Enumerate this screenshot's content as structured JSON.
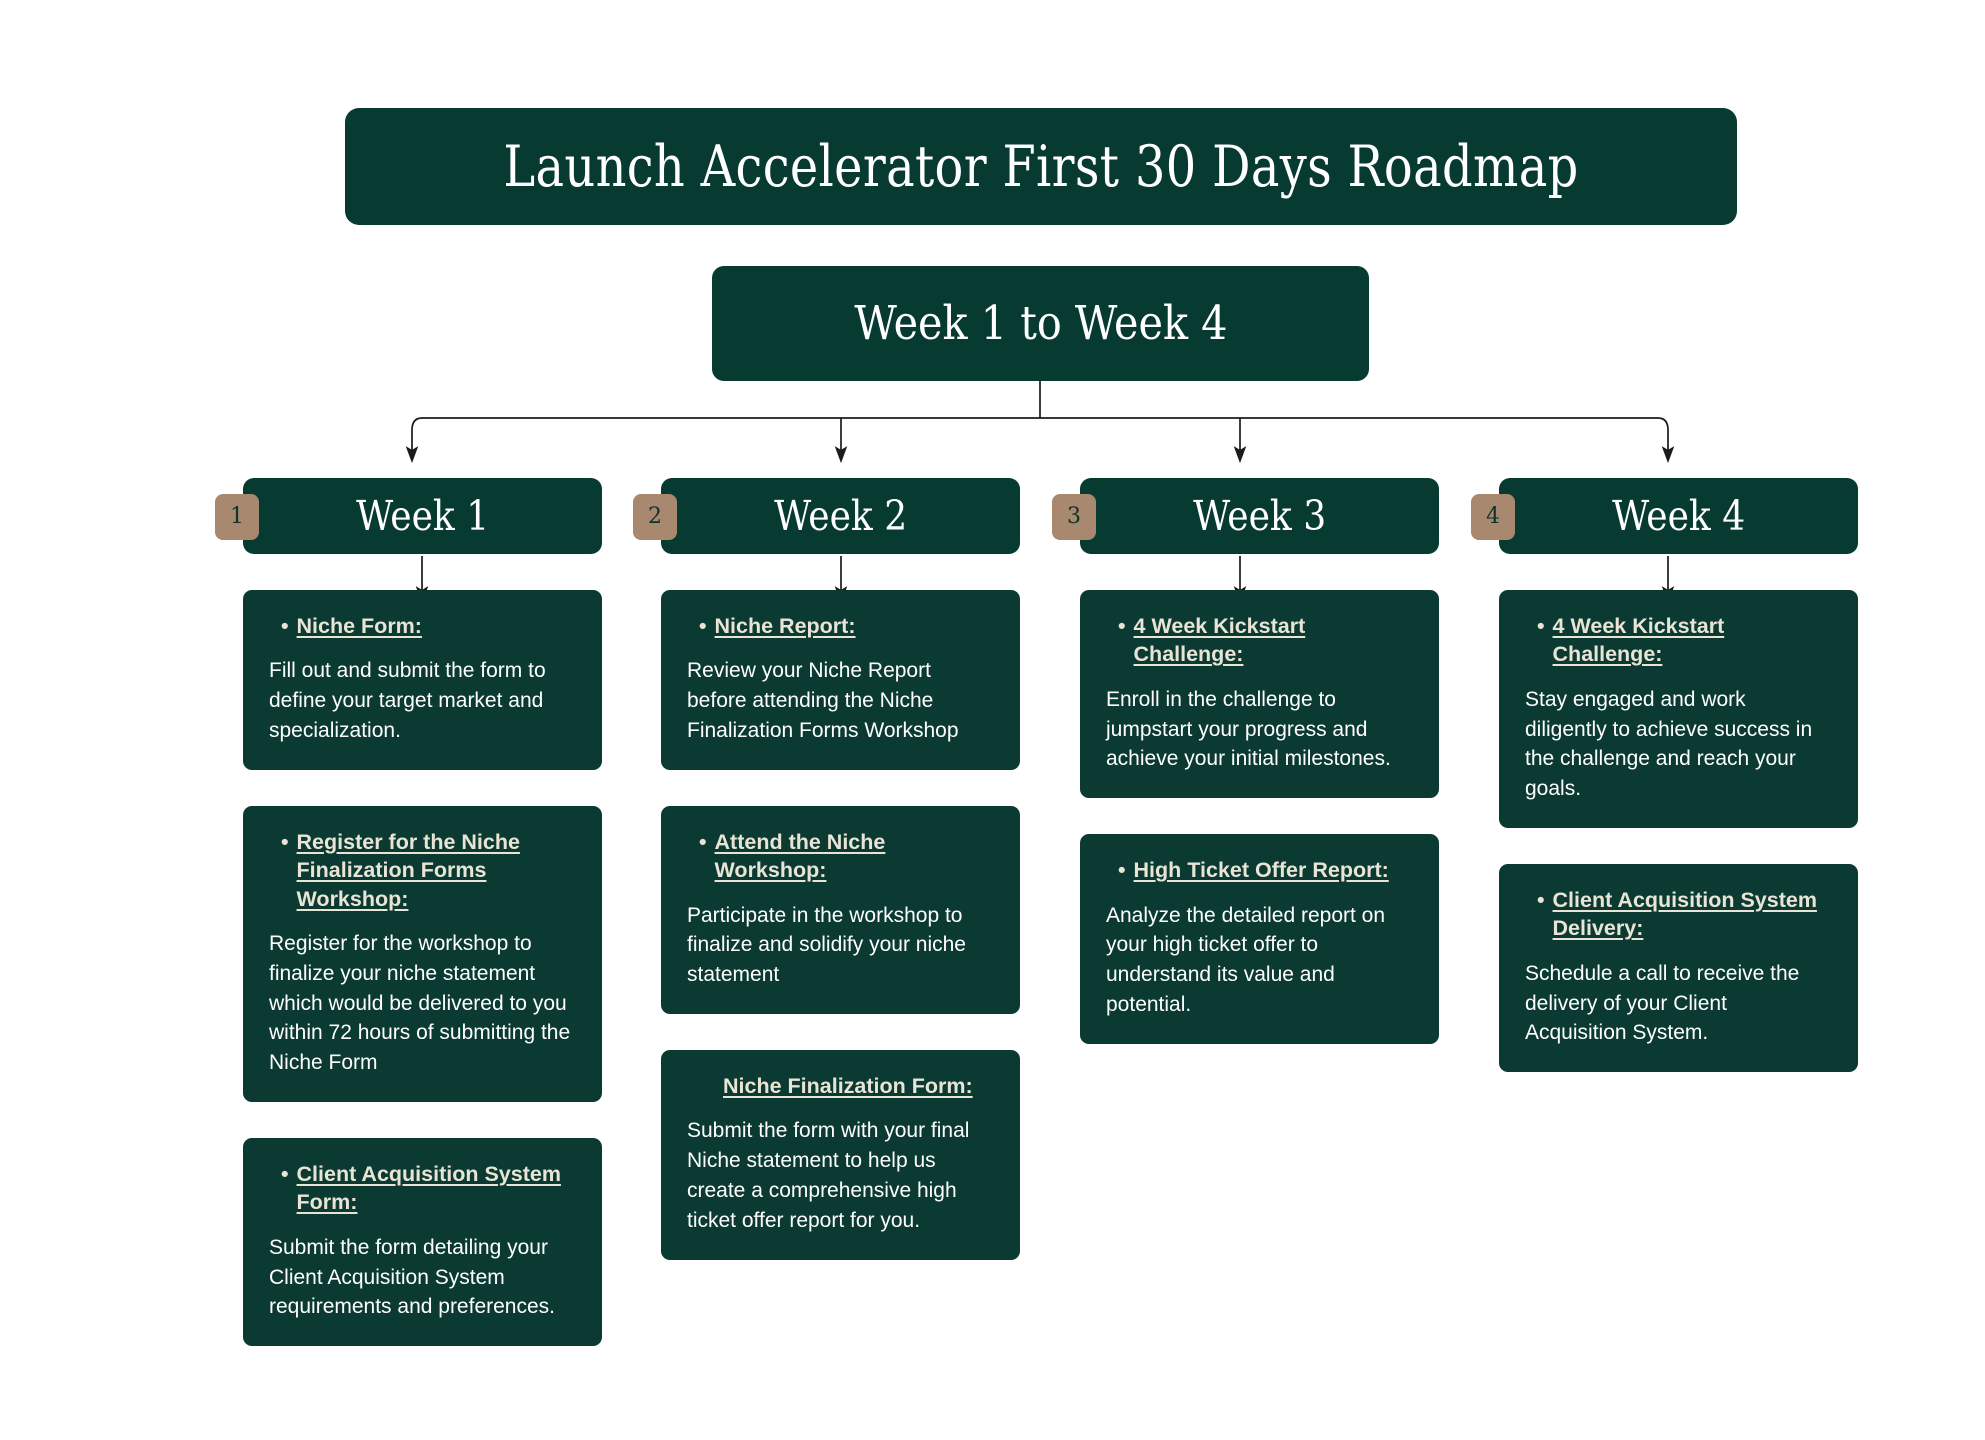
{
  "colors": {
    "dark_green": "#073A30",
    "card_green": "#0A3A31",
    "badge_tan": "#A8886F",
    "heading_cream": "#E9E4D5",
    "body_white": "#FFFFFF",
    "background": "#FFFFFF",
    "connector_line": "#222222"
  },
  "title": "Launch Accelerator First 30 Days Roadmap",
  "root": {
    "label": "Week 1 to Week 4"
  },
  "columns": [
    {
      "badge": "1",
      "week_label": "Week 1",
      "cards": [
        {
          "bullet": "•",
          "heading": "Niche Form:",
          "body": "Fill out and submit the form to define your target market and specialization."
        },
        {
          "bullet": "•",
          "heading": "Register for the Niche Finalization Forms Workshop:",
          "body": "Register for the workshop to finalize your niche statement which would be delivered to you within 72 hours of submitting the Niche Form"
        },
        {
          "bullet": "•",
          "heading": "Client Acquisition System Form:",
          "body": "Submit the form detailing your Client Acquisition System requirements and preferences."
        }
      ]
    },
    {
      "badge": "2",
      "week_label": "Week 2",
      "cards": [
        {
          "bullet": "•",
          "heading": "Niche Report:",
          "body": "Review your Niche Report before attending the Niche Finalization Forms Workshop"
        },
        {
          "bullet": "•",
          "heading": "Attend the Niche Workshop:",
          "body": "Participate in the workshop to finalize and solidify your niche statement"
        },
        {
          "bullet": "",
          "heading": "Niche Finalization Form:",
          "body": "Submit the form with your final\nNiche statement to help us create a comprehensive high ticket offer report for you."
        }
      ]
    },
    {
      "badge": "3",
      "week_label": "Week 3",
      "cards": [
        {
          "bullet": "•",
          "heading": "4 Week Kickstart Challenge:",
          "body": "Enroll in the challenge to jumpstart your progress and achieve your initial milestones."
        },
        {
          "bullet": "•",
          "heading": "High Ticket Offer Report:",
          "body": "Analyze the detailed report on your high ticket offer to understand its value and potential."
        }
      ]
    },
    {
      "badge": "4",
      "week_label": "Week 4",
      "cards": [
        {
          "bullet": "•",
          "heading": "4 Week Kickstart Challenge:",
          "body": "Stay engaged and work diligently to achieve success in the challenge and reach your goals."
        },
        {
          "bullet": "•",
          "heading": "Client Acquisition System Delivery:",
          "body": "Schedule a call to receive the delivery of your Client Acquisition System."
        }
      ]
    }
  ]
}
